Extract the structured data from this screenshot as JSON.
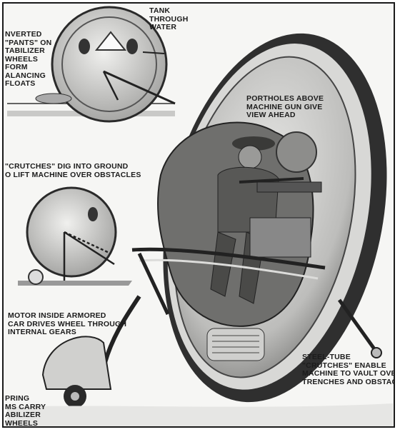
{
  "captions": {
    "tank": "TANK\nTHROUGH\nWATER",
    "inverted": "NVERTED\n\"PANTS\" ON\nTABILIZER\nWHEELS\nFORM\nALANCING\nFLOATS",
    "portholes": "PORTHOLES ABOVE\nMACHINE GUN GIVE\nVIEW AHEAD",
    "crutches_dig": "\"CRUTCHES\" DIG INTO GROUND\nO LIFT MACHINE OVER OBSTACLES",
    "motor": "MOTOR INSIDE ARMORED\nCAR DRIVES WHEEL THROUGH\nINTERNAL GEARS",
    "steel_tube": "STEEL-TUBE\n\"CRUTCHES\" ENABLE\nMACHINE TO VAULT OVER\nTRENCHES AND OBSTACLES",
    "spring": "PRING\nMS CARRY\nABILIZER\nWHEELS"
  }
}
